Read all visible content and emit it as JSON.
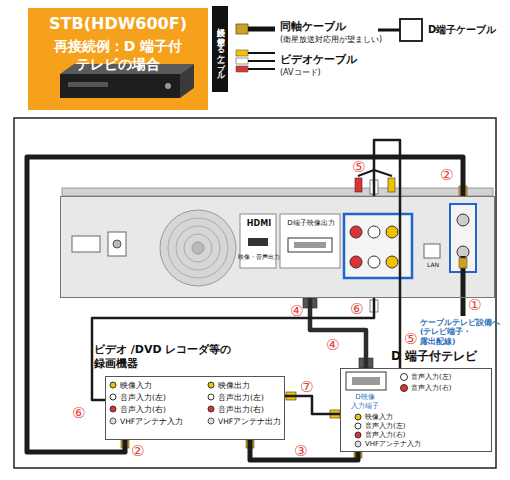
{
  "diagram": {
    "nodes": [
      {
        "text": [
          "STB(HDW600F)",
          "再接続例：D 端子付 テレビの場合"
        ]
      },
      {
        "text": [
          "HDMI",
          "映像・音声出力",
          "D端子映像出力",
          "LAN"
        ]
      },
      {
        "text": [
          "D 端子付テレビ",
          "D映像 入力端子",
          "音声入力(左)",
          "音声入力(右)",
          "映像入力",
          "音声入力(左)",
          "音声入力(右)",
          "VHFアンテナ入力"
        ]
      },
      {
        "text": [
          "ビデオ /DVD レコーダ等の 録画機器",
          "映像入力",
          "音声入力(左)",
          "音声入力(右)",
          "VHFアンテナ入力",
          "映像出力",
          "音声出力(左)",
          "音声出力(右)",
          "VHFアンテナ出力"
        ]
      }
    ],
    "edges": [
      {
        "from": 1,
        "to": 3,
        "arrow": "none"
      },
      {
        "from": 1,
        "to": 2,
        "arrow": "none"
      },
      {
        "from": 1,
        "to": 2,
        "arrow": "none"
      },
      {
        "from": 1,
        "to": 3,
        "arrow": "none"
      },
      {
        "from": 3,
        "to": 2,
        "arrow": "none"
      },
      {
        "from": 3,
        "to": 2,
        "arrow": "none"
      }
    ],
    "labels": [
      "接続に使用するケーブル",
      "(衛星放送対応用が望ましい)",
      "(AVコード)",
      "ケーブルテレビ設備へ (テレビ端子・露出配線)",
      "①",
      "②",
      "②",
      "③",
      "④",
      "④",
      "⑤",
      "⑤",
      "⑥",
      "⑥",
      "⑦"
    ],
    "legend": [
      {
        "text": "同軸ケーブル"
      },
      {
        "text": "D端子ケーブル"
      },
      {
        "text": "ビデオケーブル"
      }
    ]
  }
}
